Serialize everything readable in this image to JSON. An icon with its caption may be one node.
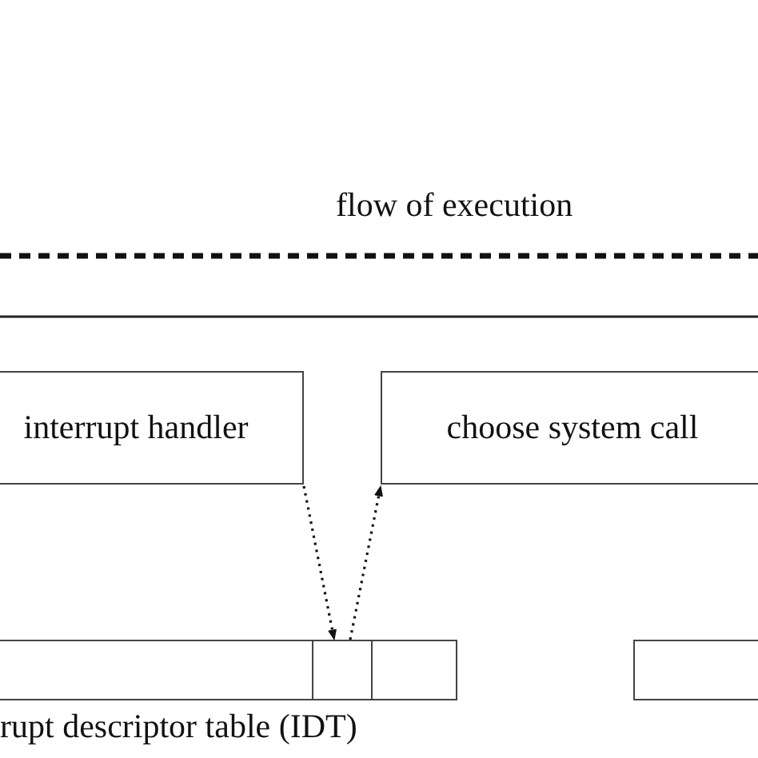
{
  "diagram": {
    "nodes": [
      {
        "text": [
          "interrupt handler"
        ]
      },
      {
        "text": [
          "choose system call"
        ]
      },
      {
        "text": [],
        "shape": "bar",
        "beside": [
          "rupt descriptor table (IDT)"
        ]
      },
      {
        "text": [],
        "shape": "box",
        "in": 2
      },
      {
        "text": [],
        "shape": "bar"
      }
    ],
    "edges": [
      {
        "from": 0,
        "to": 3,
        "arrow": "to",
        "style": "dashed"
      },
      {
        "from": 3,
        "to": 1,
        "arrow": "to",
        "style": "dashed"
      }
    ],
    "labels": [
      "flow of execution"
    ]
  }
}
